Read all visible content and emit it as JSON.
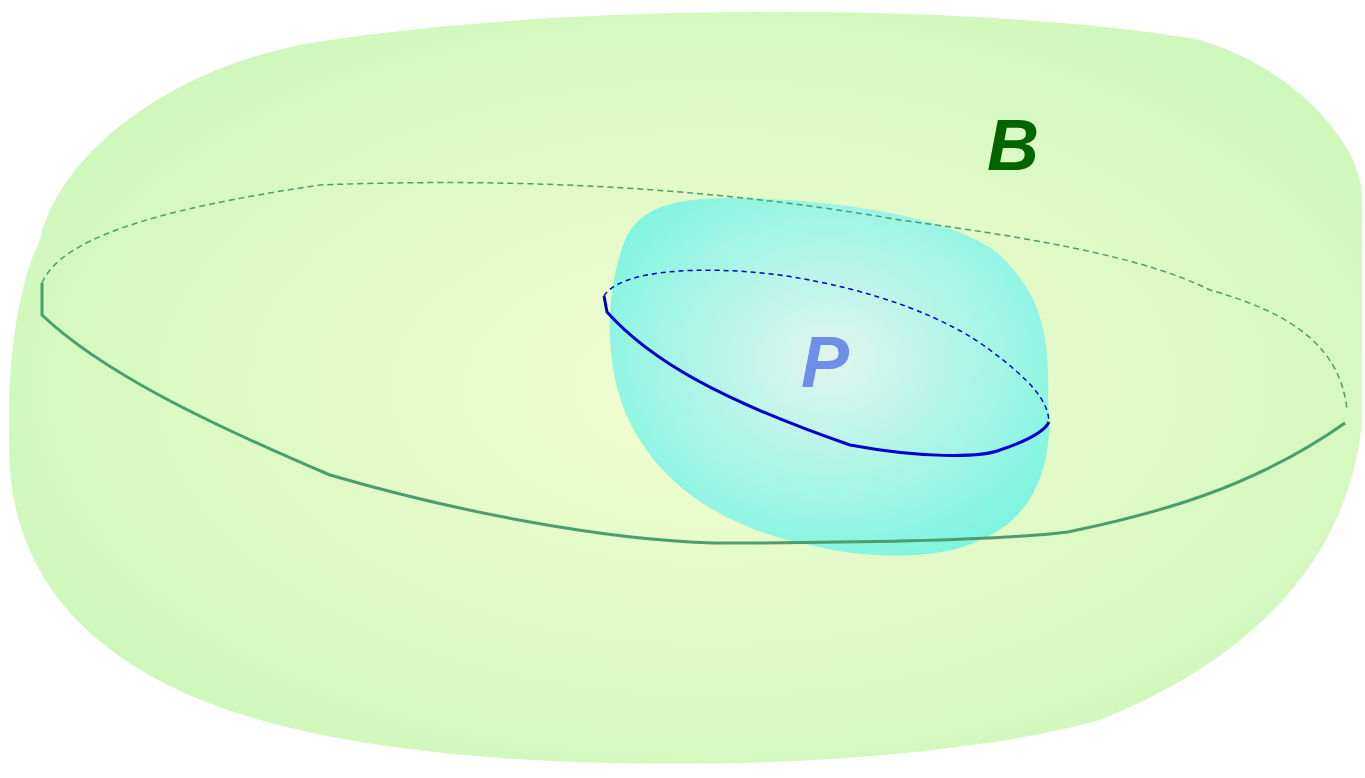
{
  "diagram": {
    "nodes": [
      {
        "text": [
          "B"
        ]
      },
      {
        "text": [
          "P"
        ],
        "in": 0
      }
    ]
  }
}
